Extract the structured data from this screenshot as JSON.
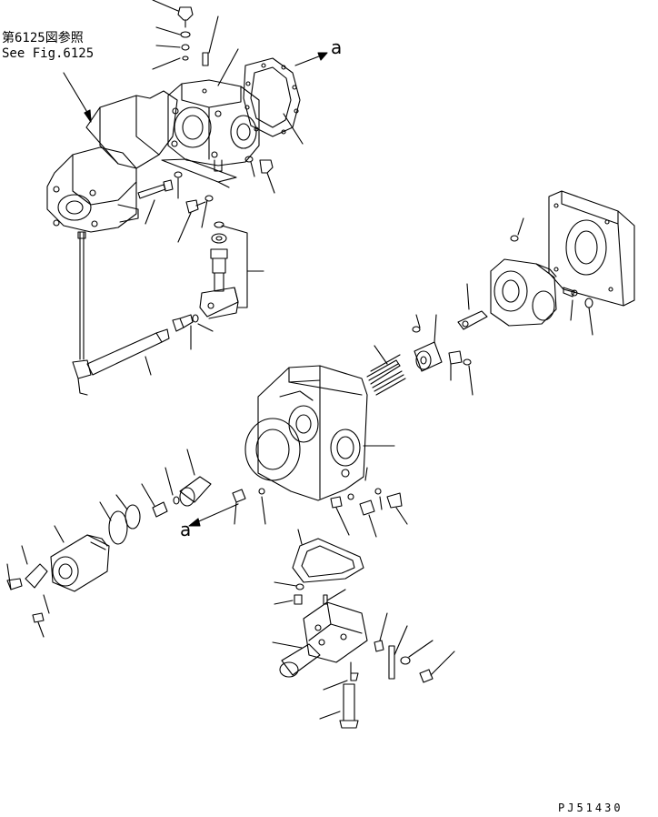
{
  "reference": {
    "japanese": "第6125図参照",
    "english": "See Fig.6125"
  },
  "view_labels": {
    "top": "a",
    "bottom": "a"
  },
  "drawing_code": "PJ51430"
}
